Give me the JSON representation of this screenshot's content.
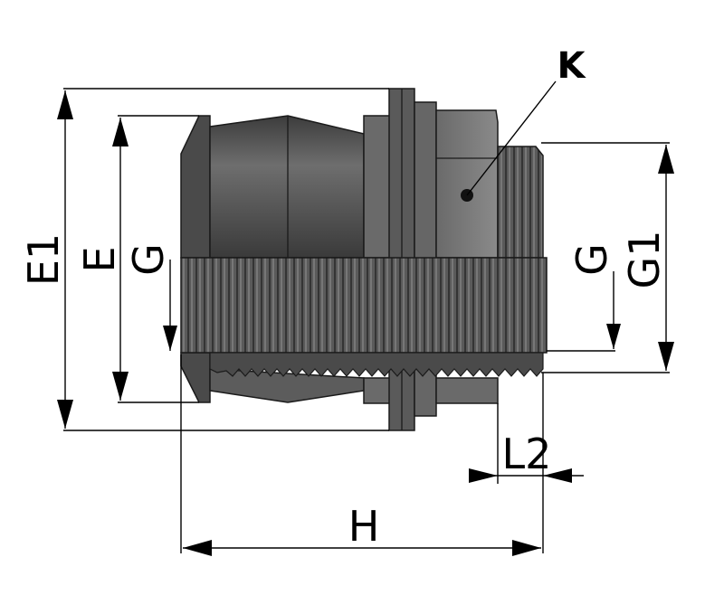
{
  "labels": {
    "e1": "E1",
    "e": "E",
    "g_left": "G",
    "g_right": "G",
    "g1": "G1",
    "k": "K",
    "l2": "L2",
    "h": "H"
  }
}
